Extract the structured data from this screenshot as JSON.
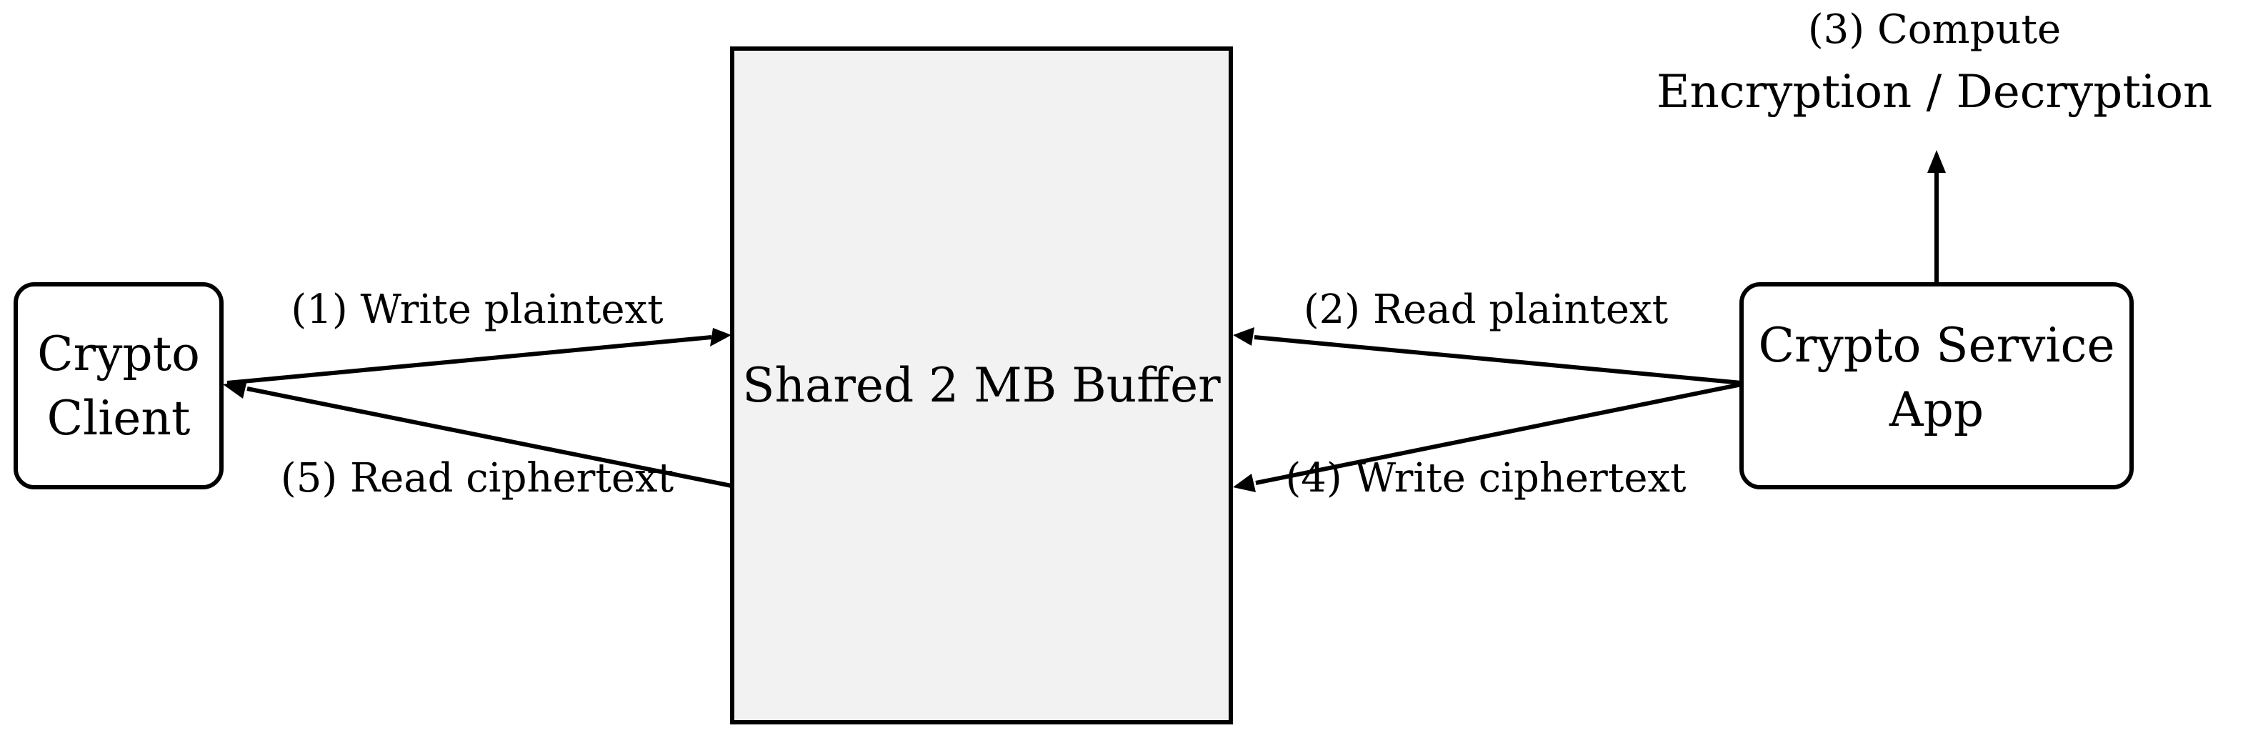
{
  "nodes": {
    "client": {
      "line1": "Crypto",
      "line2": "Client"
    },
    "buffer": {
      "label": "Shared 2 MB Buffer"
    },
    "service": {
      "line1": "Crypto Service",
      "line2": "App"
    }
  },
  "steps": {
    "step1": "(1) Write plaintext",
    "step2": "(2) Read plaintext",
    "step3": {
      "line1": "(3) Compute",
      "line2": "Encryption / Decryption"
    },
    "step4": "(4) Write ciphertext",
    "step5": "(5) Read ciphertext"
  },
  "colors": {
    "stroke": "#000000",
    "buffer_fill": "#f2f2f2",
    "node_fill": "#ffffff"
  }
}
